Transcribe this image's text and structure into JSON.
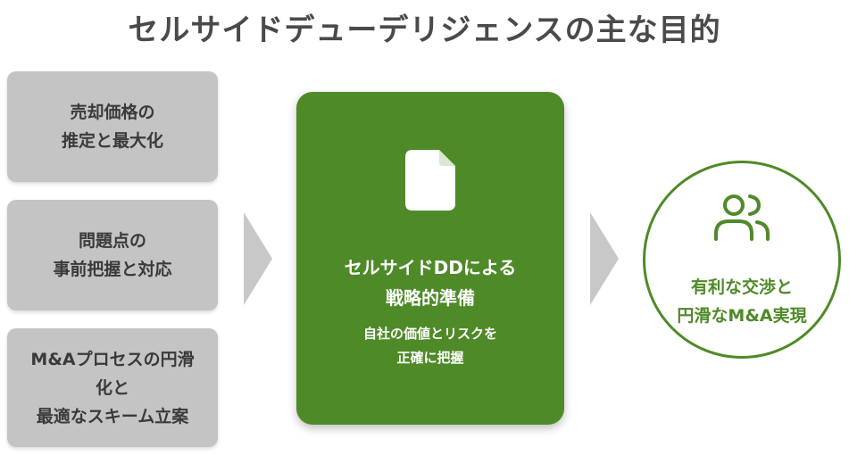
{
  "title": "セルサイドデューデリジェンスの主な目的",
  "left_items": [
    {
      "text": "売却価格の\n推定と最大化"
    },
    {
      "text": "問題点の\n事前把握と対応"
    },
    {
      "text": "M&Aプロセスの円滑\n化と\n最適なスキーム立案"
    }
  ],
  "center": {
    "icon": "document-icon",
    "title": "セルサイドDDによる\n戦略的準備",
    "subtitle": "自社の価値とリスクを\n正確に把握"
  },
  "goal": {
    "icon": "users-icon",
    "text": "有利な交渉と\n円滑なM&A実現"
  },
  "colors": {
    "accent_green": "#4f8a28",
    "box_gray": "#c4c4c4",
    "arrow_gray": "#c8c8c8",
    "title_text": "#4a4a4a"
  }
}
